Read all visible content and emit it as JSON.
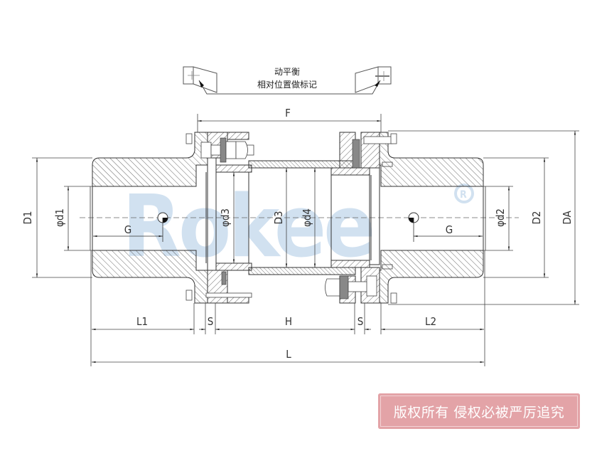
{
  "drawing": {
    "title": "Double diaphragm coupling cross-section drawing",
    "balance_note": {
      "line1": "动平衡",
      "line2": "相对位置做标记"
    },
    "dimensions": {
      "F": "F",
      "D1": "D1",
      "d1": "φd1",
      "G_left": "G",
      "d3": "φd3",
      "D3": "D3",
      "d4": "φd4",
      "d2": "φd2",
      "G_right": "G",
      "D2": "D2",
      "DA": "DA",
      "L1": "L1",
      "S_left": "S",
      "H": "H",
      "S_right": "S",
      "L2": "L2",
      "L": "L"
    },
    "colors": {
      "line": "#333333",
      "hatch": "#444444",
      "watermark": "#c9dcee",
      "stamp_bg": "#e3a3a7",
      "stamp_text": "#ffffff"
    }
  },
  "watermark": {
    "brand": "Rokee",
    "registered_mark": "®"
  },
  "copyright_stamp": {
    "text": "版权所有 侵权必被严厉追究"
  }
}
